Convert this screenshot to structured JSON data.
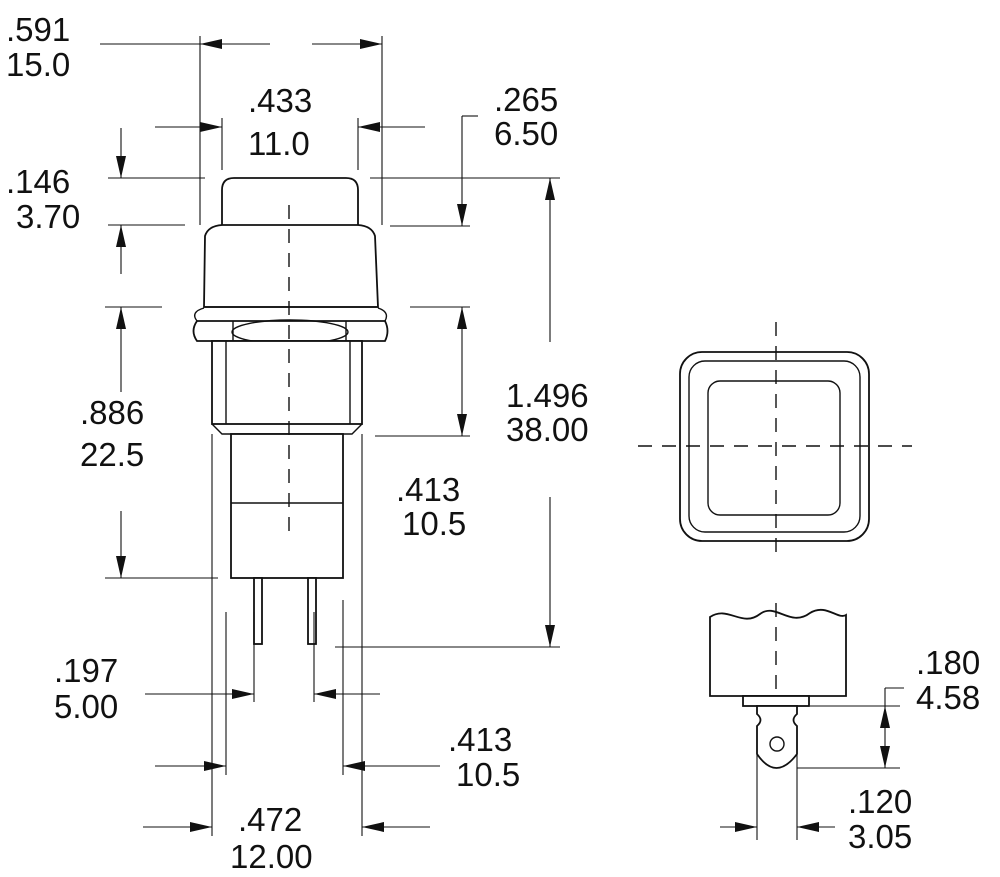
{
  "dimensions": {
    "overall_width": {
      "inch": ".591",
      "mm": "15.0"
    },
    "cap_width": {
      "inch": ".433",
      "mm": "11.0"
    },
    "cap_travel": {
      "inch": ".265",
      "mm": "6.50"
    },
    "cap_height": {
      "inch": ".146",
      "mm": "3.70"
    },
    "body_height": {
      "inch": ".886",
      "mm": "22.5"
    },
    "overall_height": {
      "inch": "1.496",
      "mm": "38.00"
    },
    "thread_length": {
      "inch": ".413",
      "mm": "10.5"
    },
    "pin_spacing": {
      "inch": ".197",
      "mm": "5.00"
    },
    "body_width": {
      "inch": ".413",
      "mm": "10.5"
    },
    "housing_width": {
      "inch": ".472",
      "mm": "12.00"
    },
    "terminal_length": {
      "inch": ".180",
      "mm": "4.58"
    },
    "terminal_width": {
      "inch": ".120",
      "mm": "3.05"
    }
  }
}
